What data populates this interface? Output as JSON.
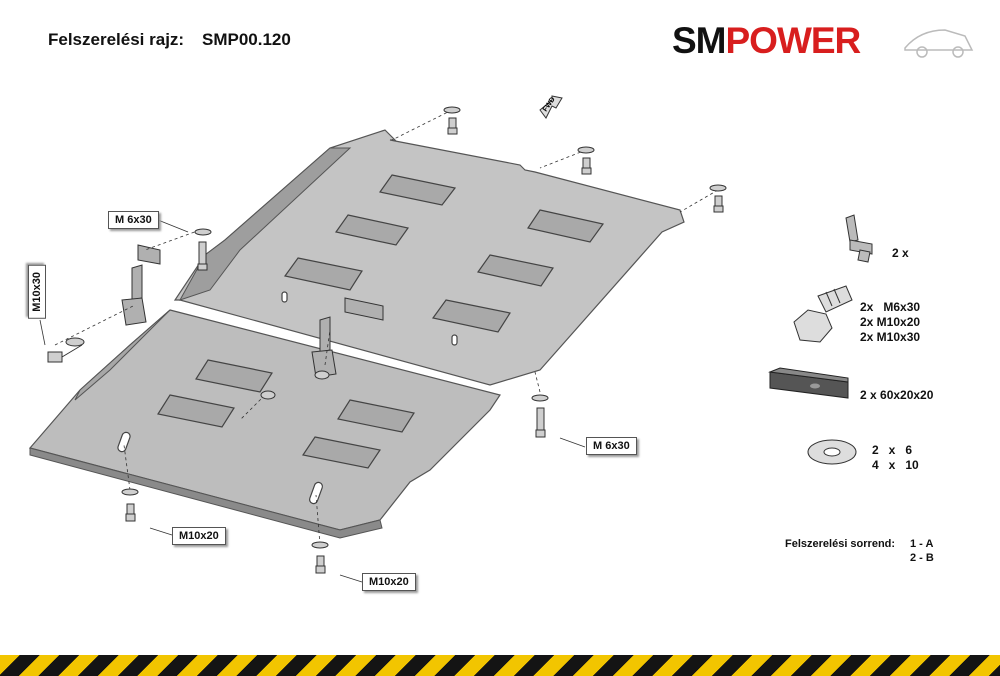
{
  "header": {
    "label": "Felszerelési rajz:",
    "code": "SMP00.120"
  },
  "logo": {
    "part1": "SM",
    "part2": "POWER"
  },
  "diagram": {
    "fwd_label": "FWD",
    "callouts": {
      "m6x30_left": "M 6x30",
      "m10x30": "M10x30",
      "m6x30_right": "M 6x30",
      "m10x20_left": "M10x20",
      "m10x20_right": "M10x20"
    }
  },
  "legend": {
    "bracket_qty": "2 x",
    "bolts": "2x   M6x30\n2x M10x20\n2x M10x30",
    "plate": "2 x 60x20x20",
    "washers": "2   x   6\n4   x   10"
  },
  "install_order": {
    "label": "Felszerelési sorrend:",
    "step1": "1 - A",
    "step2": "2 - B"
  },
  "colors": {
    "brand_red": "#d81e1e",
    "plate_gray": "#bdbdbd",
    "hazard_yellow": "#f2c500"
  }
}
